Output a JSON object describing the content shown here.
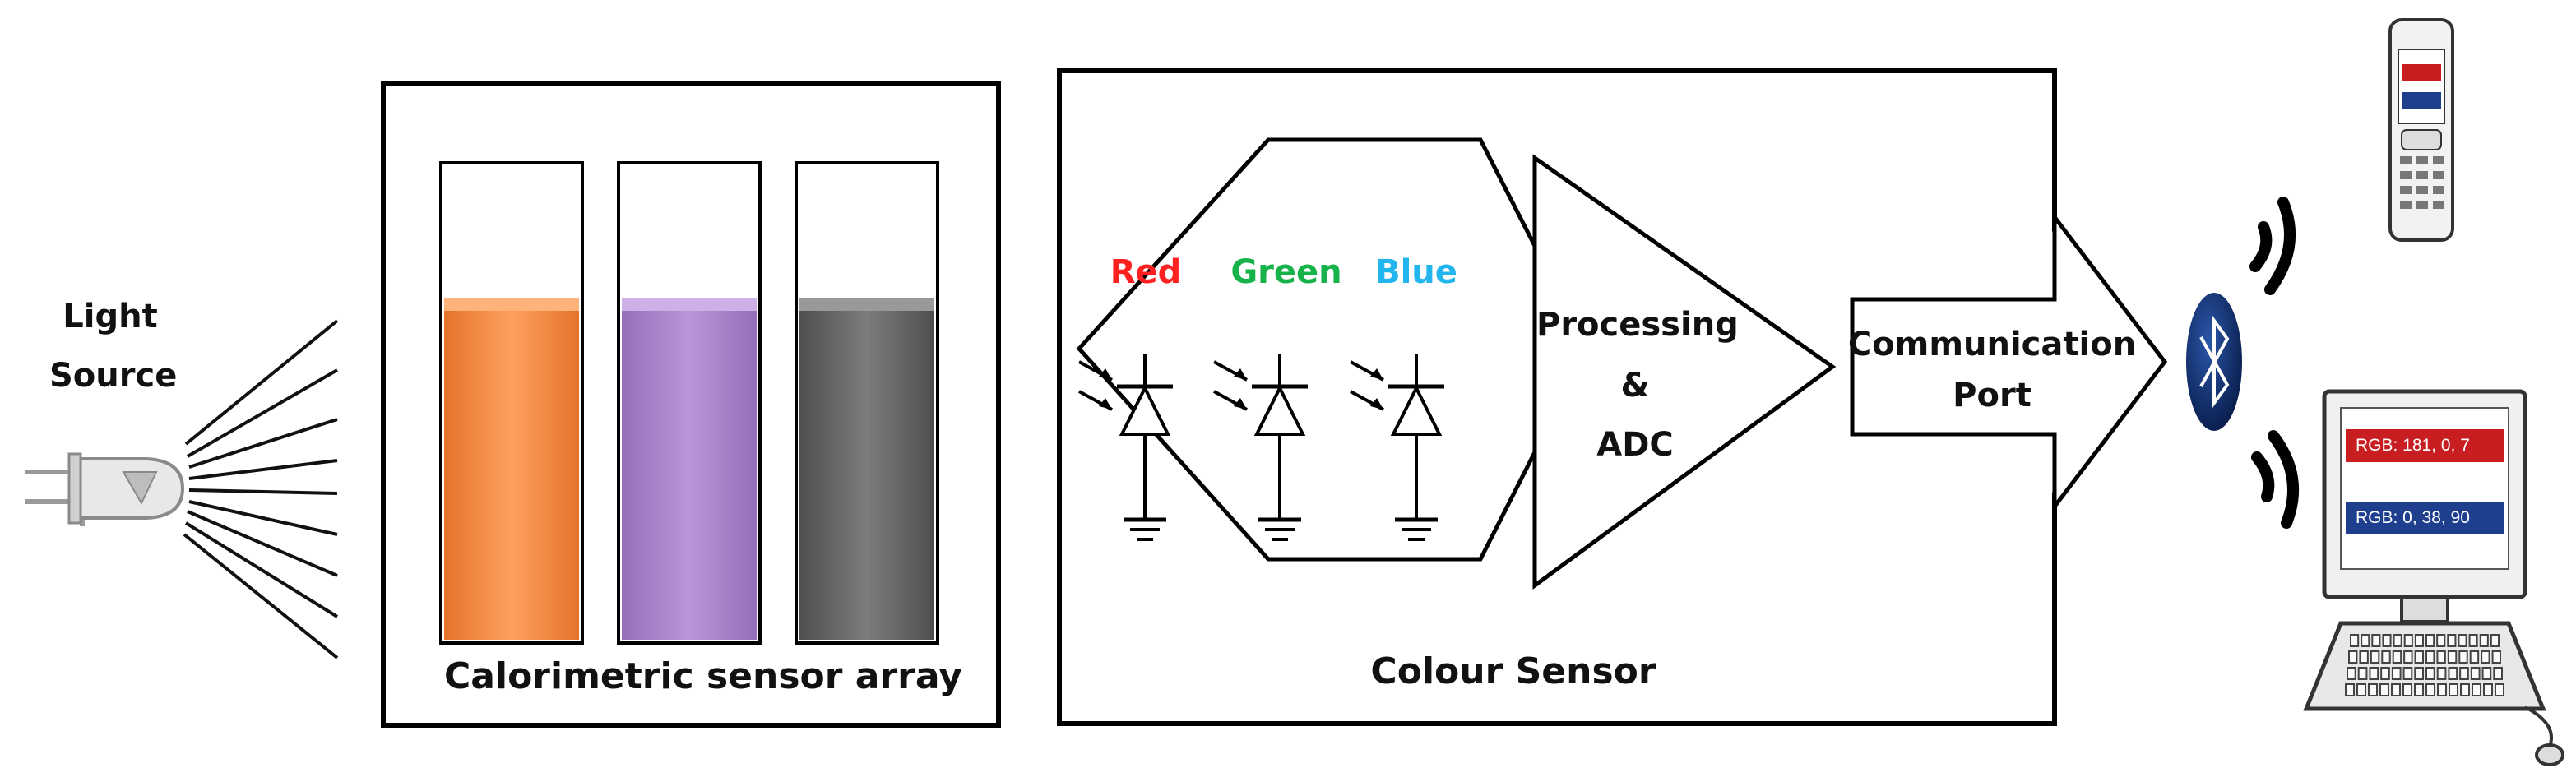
{
  "labels": {
    "light_source_line1": "Light",
    "light_source_line2": "Source",
    "sensor_array": "Calorimetric sensor array",
    "colour_sensor": "Colour Sensor",
    "red": "Red",
    "green": "Green",
    "blue": "Blue",
    "processing_line1": "Processing",
    "processing_line2": "&",
    "processing_line3": "ADC",
    "comm_line1": "Communication",
    "comm_line2": "Port"
  },
  "colors": {
    "red_text": "#ff2020",
    "green_text": "#18b24a",
    "blue_text": "#22b5ee",
    "vial_orange": "#f98a3b",
    "vial_purple": "#a882c8",
    "vial_gray": "#6b6b6b",
    "bluetooth": "#0c2a66",
    "display_red": "#c81e22",
    "display_blue": "#1e3f8e"
  },
  "display": {
    "rgb_red": "RGB: 181, 0, 7",
    "rgb_blue": "RGB: 0, 38, 90"
  },
  "icons": {
    "bluetooth": "bluetooth-icon",
    "phone": "mobile-phone-icon",
    "computer": "desktop-computer-icon",
    "led": "led-light-icon"
  }
}
